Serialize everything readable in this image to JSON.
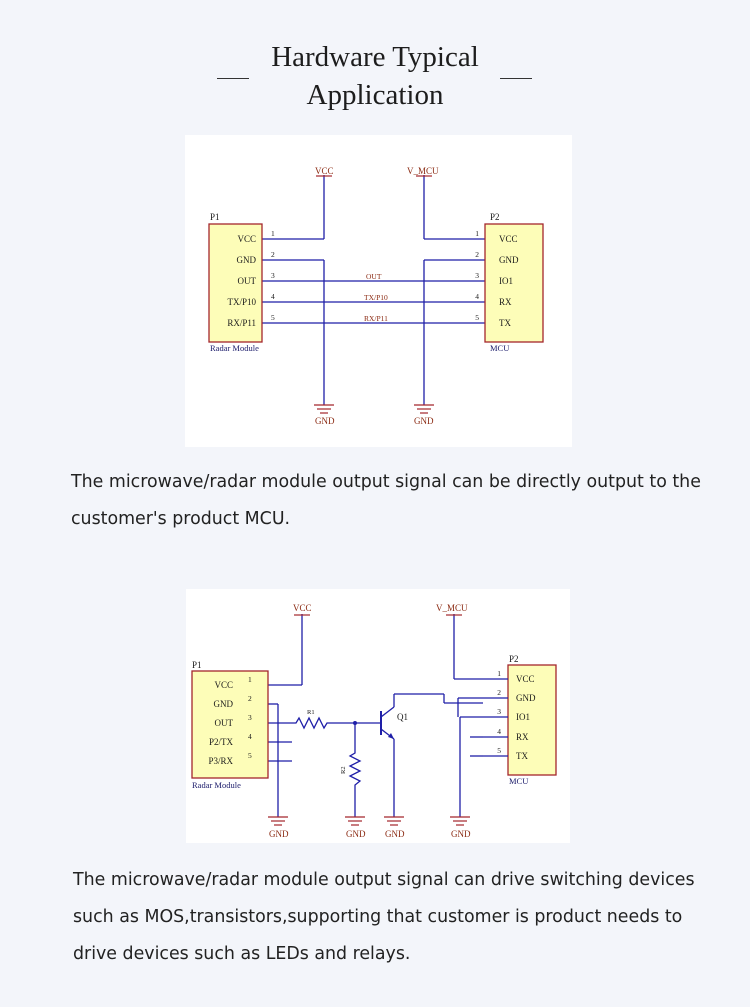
{
  "heading": {
    "line1": "Hardware Typical",
    "line2": "Application"
  },
  "diagram1": {
    "net_vcc": "VCC",
    "net_vmcu": "V_MCU",
    "p1_ref": "P1",
    "p2_ref": "P2",
    "p1_pins": [
      "VCC",
      "GND",
      "OUT",
      "TX/P10",
      "RX/P11"
    ],
    "p2_pins": [
      "VCC",
      "GND",
      "IO1",
      "RX",
      "TX"
    ],
    "pin_numbers": [
      "1",
      "2",
      "3",
      "4",
      "5"
    ],
    "wire_labels": [
      "OUT",
      "TX/P10",
      "RX/P11"
    ],
    "p1_name": "Radar Module",
    "p2_name": "MCU",
    "gnd_labels": [
      "GND",
      "GND"
    ]
  },
  "paragraph1": "The microwave/radar module output signal can be directly output to the customer's product MCU.",
  "diagram2": {
    "net_vcc": "VCC",
    "net_vmcu": "V_MCU",
    "p1_ref": "P1",
    "p2_ref": "P2",
    "p1_pins": [
      "VCC",
      "GND",
      "OUT",
      "P2/TX",
      "P3/RX"
    ],
    "p2_pins": [
      "VCC",
      "GND",
      "IO1",
      "RX",
      "TX"
    ],
    "pin_numbers": [
      "1",
      "2",
      "3",
      "4",
      "5"
    ],
    "r1": "R1",
    "r2": "R2",
    "q1": "Q1",
    "p1_name": "Radar Module",
    "p2_name": "MCU",
    "gnd_labels": [
      "GND",
      "GND",
      "GND",
      "GND"
    ]
  },
  "paragraph2": "The microwave/radar module output signal can drive switching devices such as MOS,transistors,supporting that customer is product needs to drive devices such as LEDs and relays.",
  "colors": {
    "wire": "#1f1fa8",
    "component_fill": "#fdfdb8",
    "component_stroke": "#a4262c",
    "net_label": "#8b2a12",
    "background": "#f3f5fa"
  }
}
